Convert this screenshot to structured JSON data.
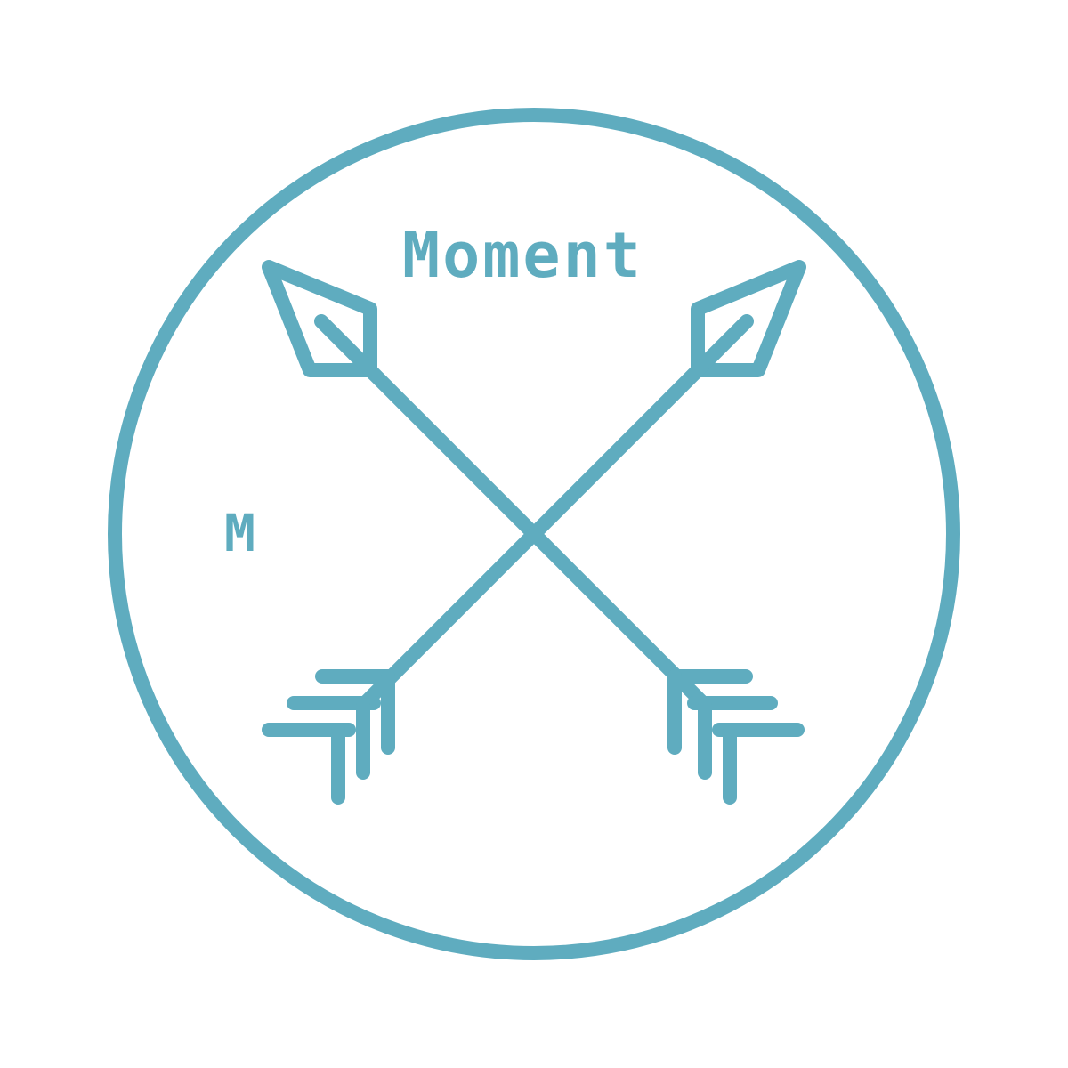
{
  "logo": {
    "brand_name": "Moment",
    "initial": "M",
    "accent_color": "#5FACBF",
    "background_color": "#FFFFFF",
    "graphic": "crossed-arrows-icon",
    "frame": "circle-outline"
  }
}
